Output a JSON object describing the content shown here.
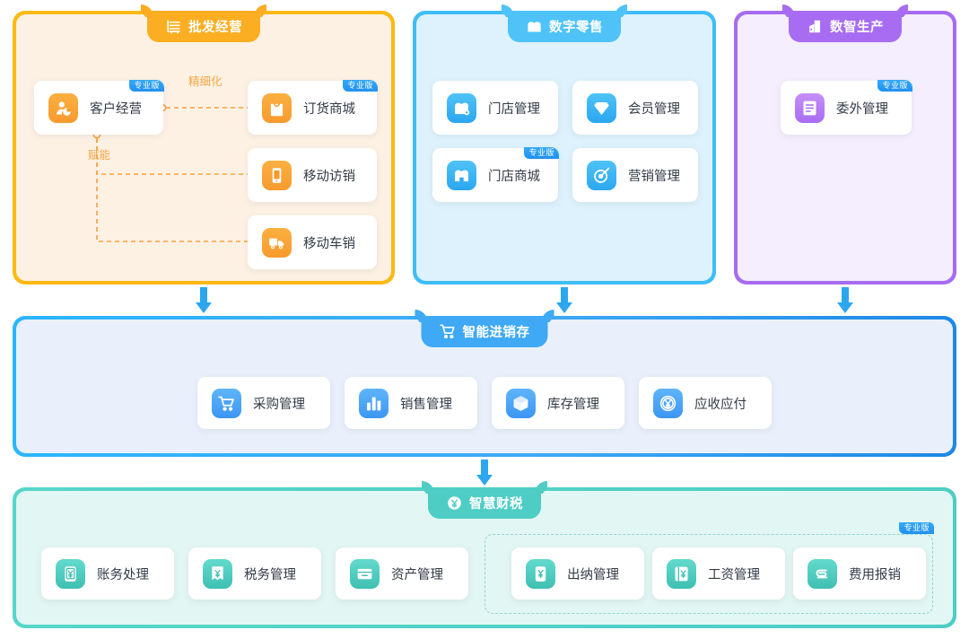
{
  "badge_label": "专业版",
  "panels": [
    {
      "id": "wholesale",
      "title": "批发经营",
      "icon": "wholesale-shelf-icon",
      "accent": "#FDB913",
      "tab_color": "#FBAE22",
      "bg": "#FDF1E4",
      "cards": [
        {
          "label": "客户经营",
          "icon": "customer-icon",
          "pro": true
        },
        {
          "label": "订货商城",
          "icon": "shopping-bag-icon",
          "pro": true
        },
        {
          "label": "移动访销",
          "icon": "mobile-phone-icon",
          "pro": false
        },
        {
          "label": "移动车销",
          "icon": "truck-icon",
          "pro": false
        }
      ],
      "connectors": [
        {
          "label": "精细化"
        },
        {
          "label": "赋能"
        }
      ]
    },
    {
      "id": "retail",
      "title": "数字零售",
      "icon": "storefront-icon",
      "accent": "#3FBDF7",
      "tab_color": "#4FC3F7",
      "bg": "#DDF2FC",
      "cards": [
        {
          "label": "门店管理",
          "icon": "store-manage-icon",
          "pro": false
        },
        {
          "label": "会员管理",
          "icon": "member-diamond-icon",
          "pro": false
        },
        {
          "label": "门店商城",
          "icon": "store-mall-icon",
          "pro": true
        },
        {
          "label": "营销管理",
          "icon": "marketing-target-icon",
          "pro": false
        }
      ]
    },
    {
      "id": "manufacturing",
      "title": "数智生产",
      "icon": "factory-icon",
      "accent": "#A66CF0",
      "tab_color": "#A86CF2",
      "bg": "#F4EEFE",
      "cards": [
        {
          "label": "委外管理",
          "icon": "outsourcing-doc-icon",
          "pro": true
        }
      ]
    },
    {
      "id": "inventory",
      "title": "智能进销存",
      "icon": "cart-icon",
      "accent": "#2BB6FF",
      "tab_color": "#3FA9F5",
      "bg": "#E8EFFB",
      "cards": [
        {
          "label": "采购管理",
          "icon": "purchase-cart-icon",
          "pro": false
        },
        {
          "label": "销售管理",
          "icon": "sales-bar-icon",
          "pro": false
        },
        {
          "label": "库存管理",
          "icon": "inventory-box-icon",
          "pro": false
        },
        {
          "label": "应收应付",
          "icon": "receivable-coin-icon",
          "pro": false
        }
      ]
    },
    {
      "id": "finance",
      "title": "智慧财税",
      "icon": "finance-coin-icon",
      "accent": "#4FD1C5",
      "tab_color": "#4ECDC4",
      "bg": "#E2F6F3",
      "cards": [
        {
          "label": "账务处理",
          "icon": "ledger-icon",
          "pro": false
        },
        {
          "label": "税务管理",
          "icon": "tax-invoice-icon",
          "pro": false
        },
        {
          "label": "资产管理",
          "icon": "asset-box-icon",
          "pro": false
        },
        {
          "label": "出纳管理",
          "icon": "cashier-icon",
          "pro": false
        },
        {
          "label": "工资管理",
          "icon": "payroll-icon",
          "pro": false
        },
        {
          "label": "费用报销",
          "icon": "expense-clip-icon",
          "pro": false
        }
      ],
      "group_badge": "专业版"
    }
  ],
  "arrows": [
    {
      "name": "arrow-wholesale-to-inventory"
    },
    {
      "name": "arrow-retail-to-inventory"
    },
    {
      "name": "arrow-manufacturing-to-inventory"
    },
    {
      "name": "arrow-inventory-to-finance"
    }
  ]
}
